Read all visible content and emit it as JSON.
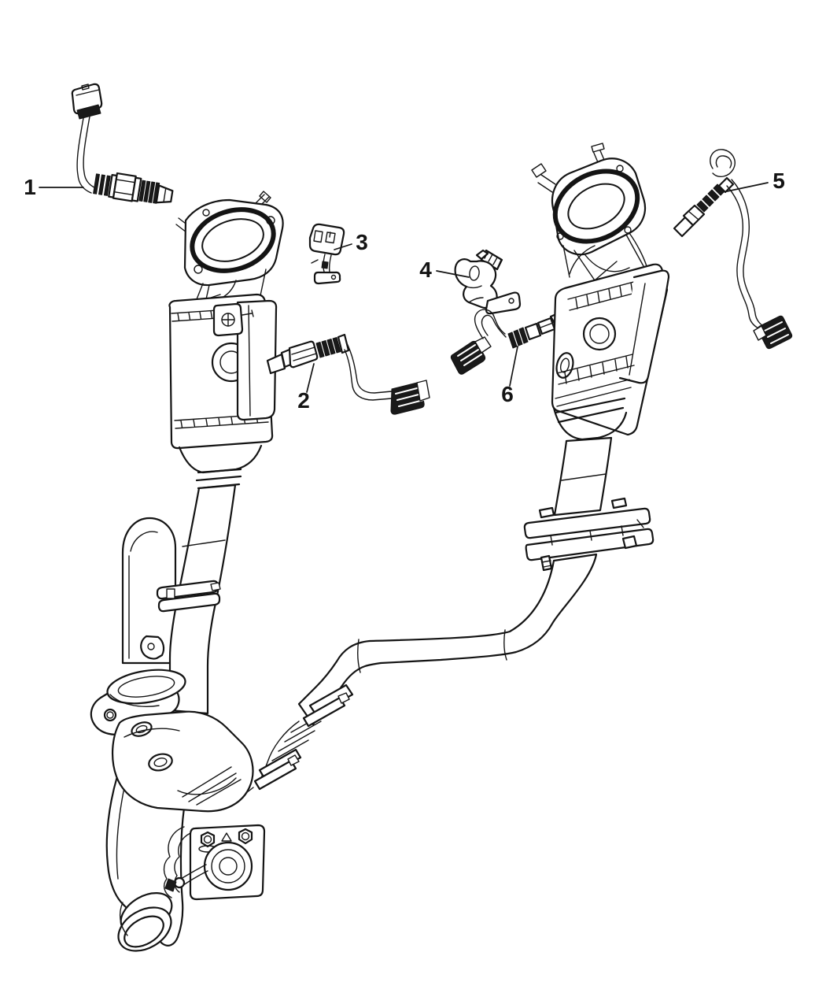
{
  "figure": {
    "background_color": "#ffffff",
    "line_color": "#141414"
  },
  "callouts": [
    {
      "number": "1"
    },
    {
      "number": "2"
    },
    {
      "number": "3"
    },
    {
      "number": "4"
    },
    {
      "number": "5"
    },
    {
      "number": "6"
    }
  ]
}
